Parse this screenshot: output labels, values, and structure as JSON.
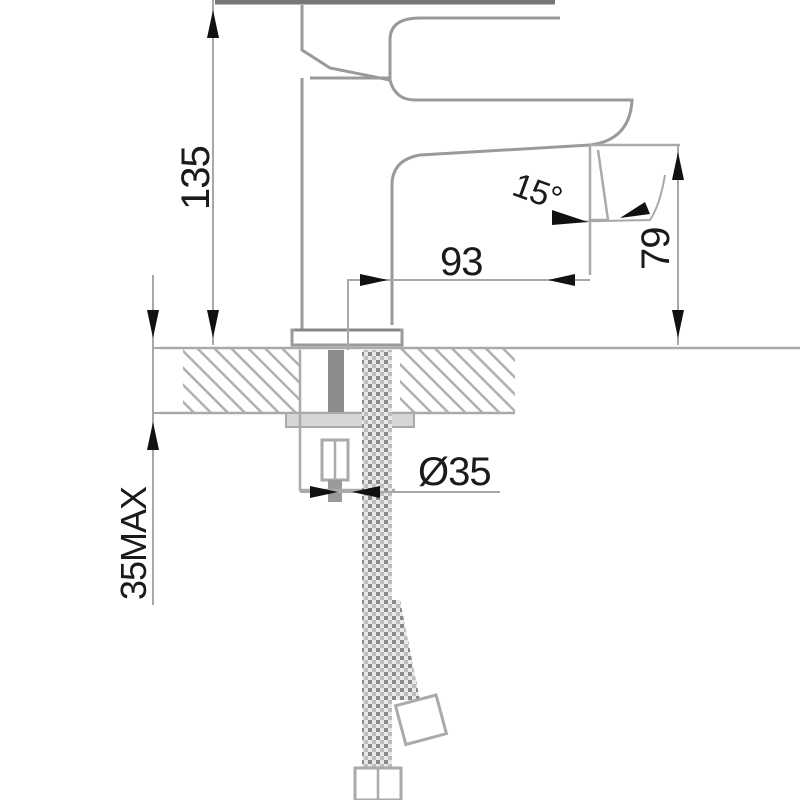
{
  "drawing": {
    "subject": "basin faucet dimension drawing",
    "colors": {
      "line": "#9a9a9a",
      "text": "#1a1a1a",
      "arrow": "#111111",
      "hatch": "#b0b0b0"
    },
    "dimensions": {
      "height_total": "135",
      "spout_reach": "93",
      "spout_height": "79",
      "lever_angle": "15°",
      "hole_diameter": "Ø35",
      "max_counter_thickness": "35MAX"
    }
  }
}
